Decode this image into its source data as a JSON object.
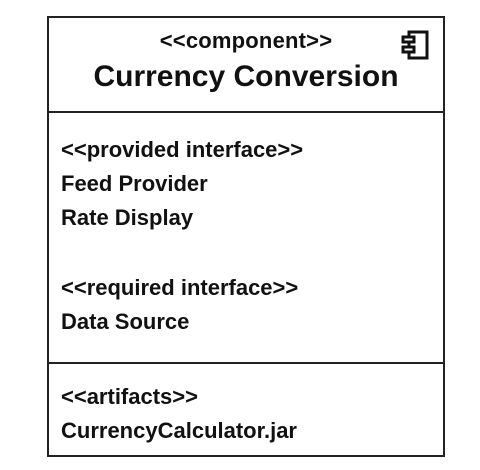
{
  "component": {
    "stereotype": "<<component>>",
    "name": "Currency Conversion",
    "icon": "uml-component-icon"
  },
  "provided": {
    "stereotype": "<<provided interface>>",
    "items": [
      "Feed Provider",
      "Rate Display"
    ]
  },
  "required": {
    "stereotype": "<<required interface>>",
    "items": [
      "Data Source"
    ]
  },
  "artifacts": {
    "stereotype": "<<artifacts>>",
    "items": [
      "CurrencyCalculator.jar"
    ]
  }
}
